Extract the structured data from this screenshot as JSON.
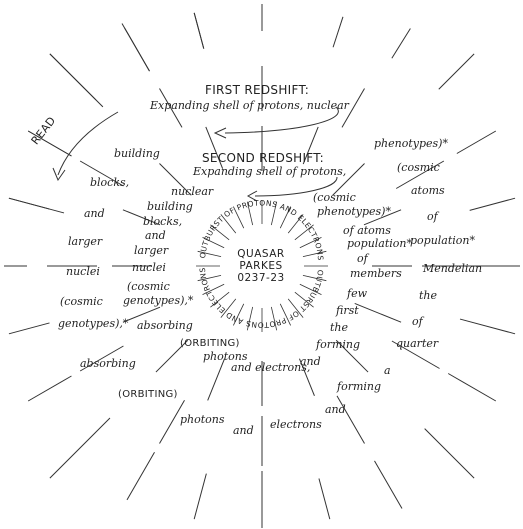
{
  "header": {
    "first_title": "FIRST REDSHIFT:",
    "first_sub": "Expanding shell of protons, nuclear",
    "second_title": "SECOND REDSHIFT:",
    "second_sub": "Expanding shell of protons,",
    "read": "READ"
  },
  "center": {
    "line1": "QUASAR",
    "line2": "PARKES",
    "line3": "0237-23"
  },
  "ring": {
    "top": "OUTBURST OF PROTONS AND ELECTRONS",
    "bottom": "OUTBURST OF PROTONS AND ELECTRONS"
  },
  "left_outer": [
    "building",
    "blocks,",
    "and",
    "larger",
    "nuclei",
    "(cosmic",
    "genotypes),*",
    "absorbing",
    "(ORBITING)",
    "photons",
    "and",
    "electrons"
  ],
  "left_inner": [
    "nuclear",
    "building",
    "blocks,",
    "and",
    "larger",
    "nuclei",
    "(cosmic",
    "genotypes),*",
    "absorbing",
    "(ORBITING)",
    "photons",
    "and electrons,"
  ],
  "right_inner": [
    "(cosmic",
    "phenotypes)*",
    "of atoms",
    "population*",
    "of",
    "members",
    "few",
    "first",
    "the",
    "forming",
    "and"
  ],
  "right_outer": [
    "phenotypes)*",
    "(cosmic",
    "atoms",
    "of",
    "population*",
    "Mendelian",
    "the",
    "of",
    "quarter",
    "a",
    "forming",
    "and"
  ]
}
